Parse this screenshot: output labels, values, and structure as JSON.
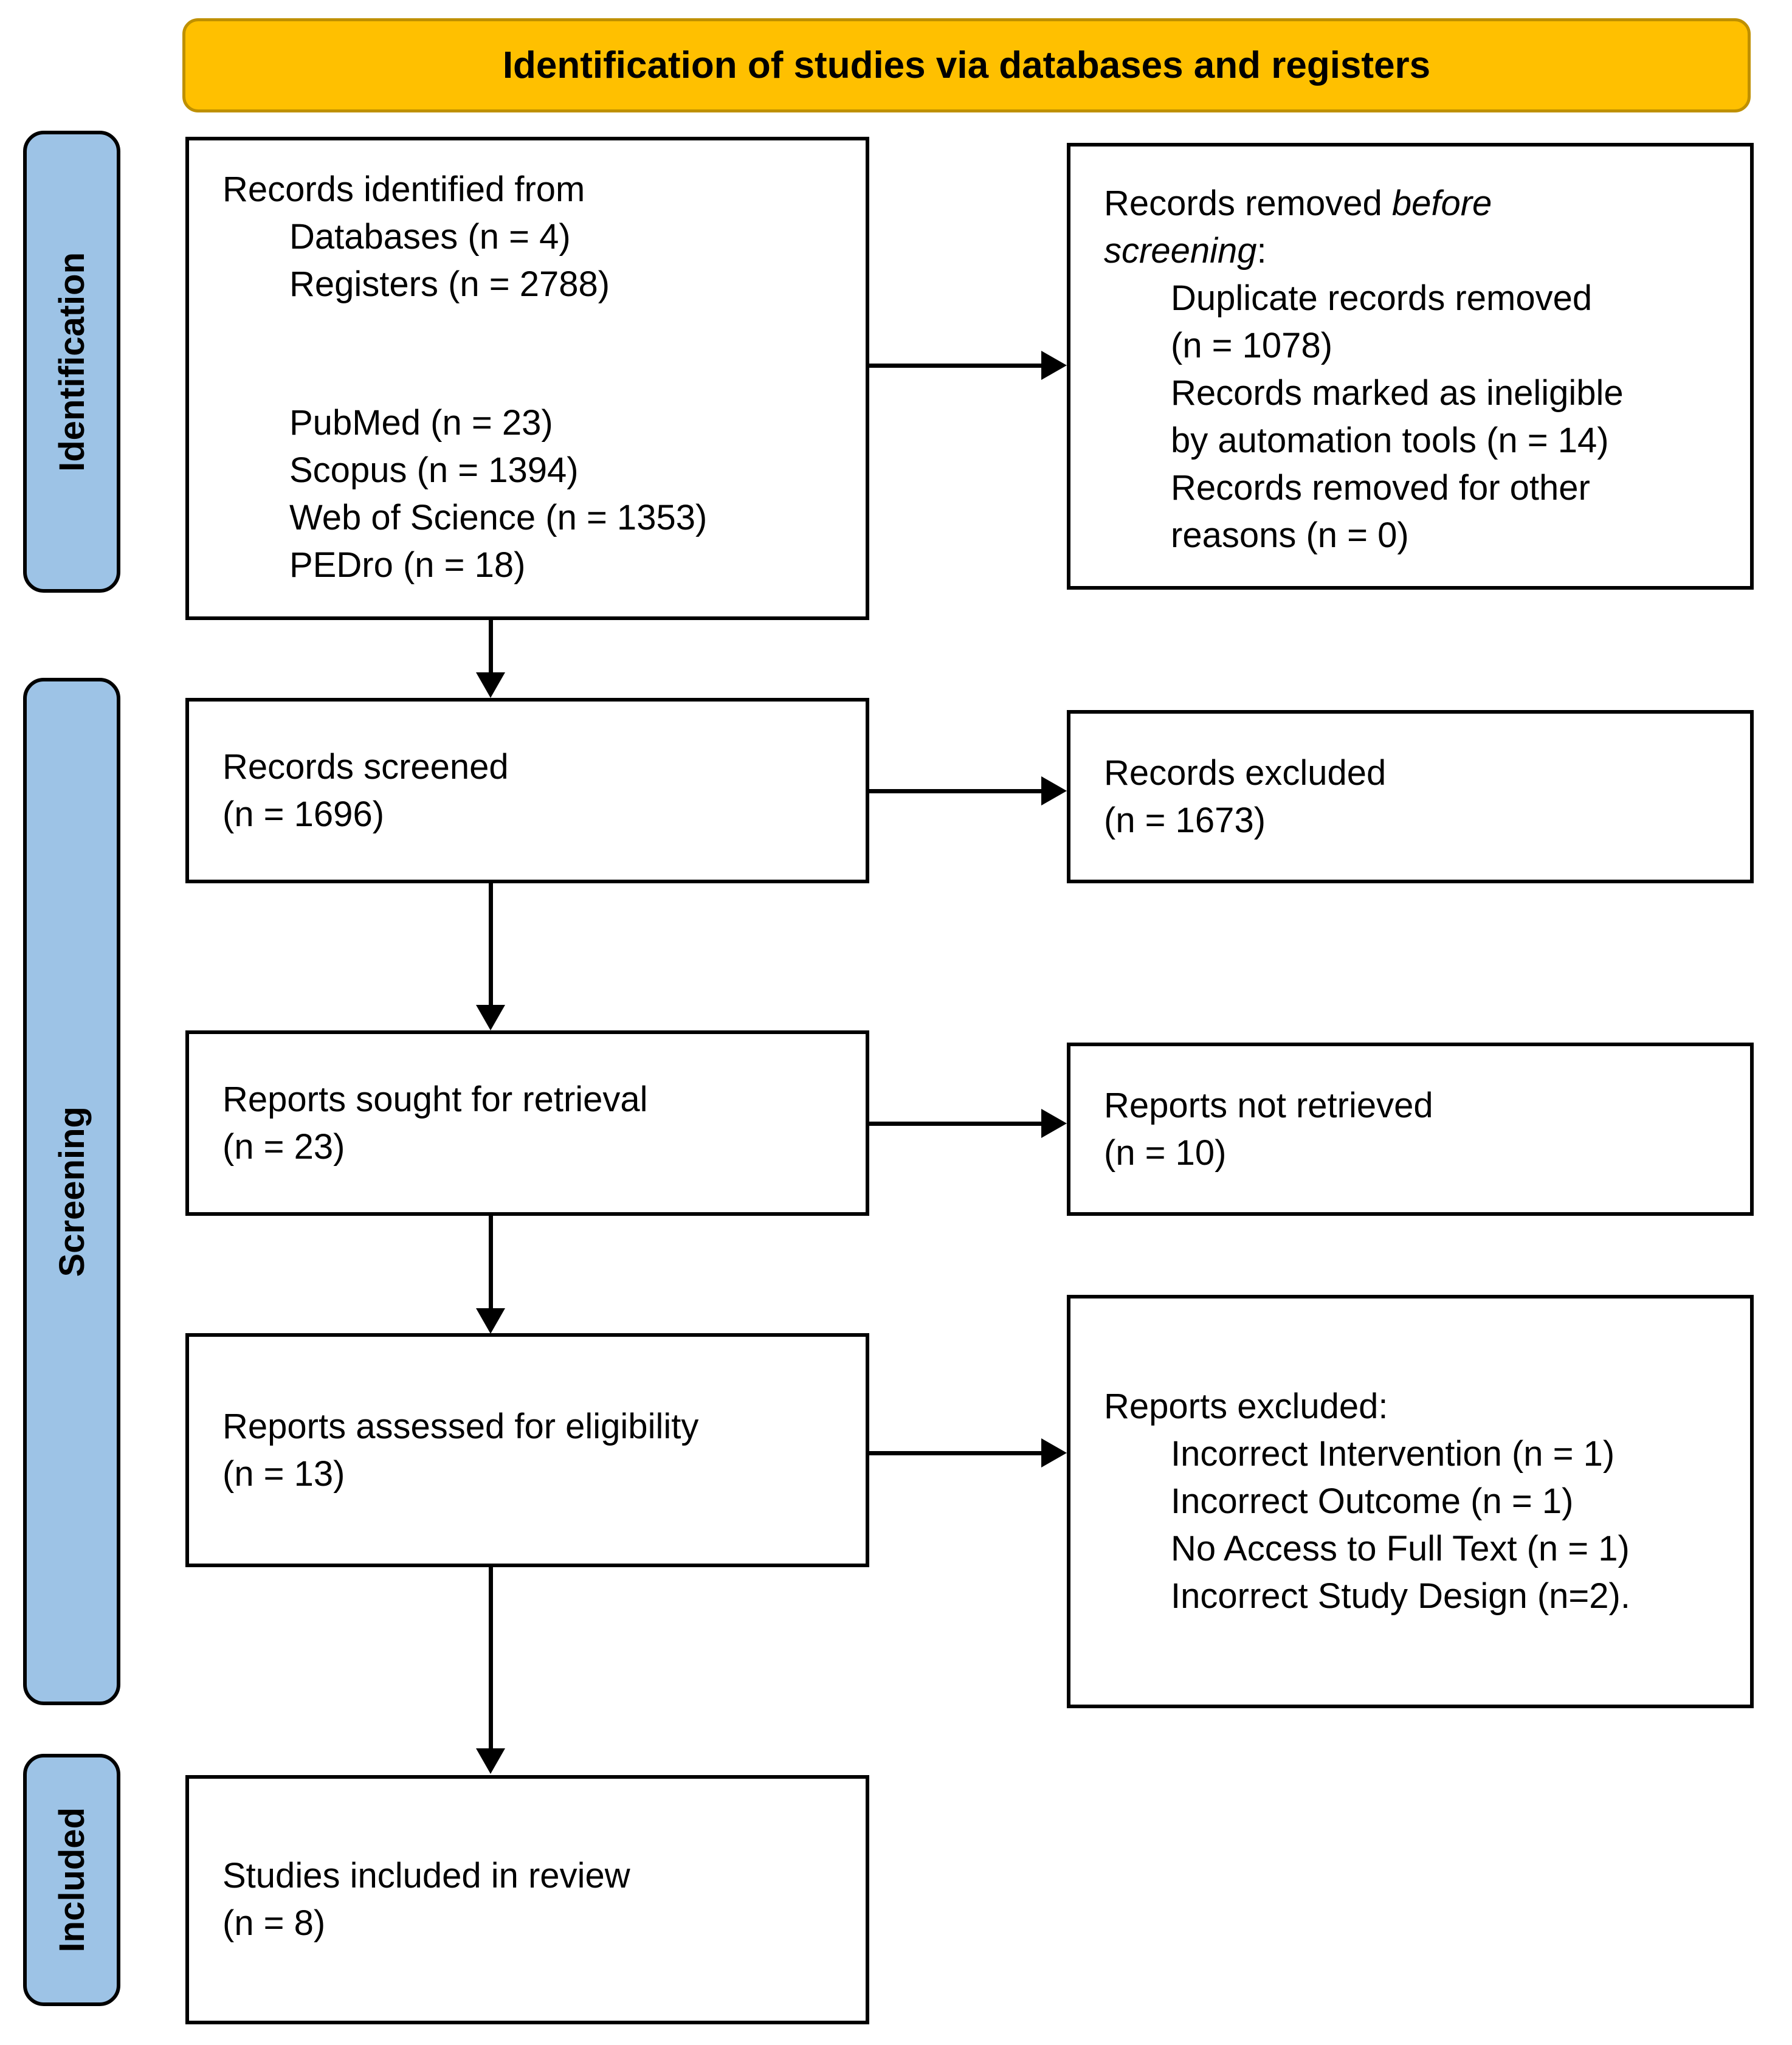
{
  "header": {
    "title": "Identification of studies via databases and registers"
  },
  "colors": {
    "header_fill": "#FFC000",
    "header_border": "#BF9000",
    "sidebar_fill": "#9DC3E6",
    "box_border": "#000000",
    "arrow": "#000000"
  },
  "sidebar": {
    "items": [
      {
        "label": "Identification"
      },
      {
        "label": "Screening"
      },
      {
        "label": "Included"
      }
    ]
  },
  "boxes": {
    "identified": {
      "lines": [
        {
          "t": "Records identified from"
        },
        {
          "t": "Databases (n = 4)",
          "indent": 1
        },
        {
          "t": "Registers (n = 2788)",
          "indent": 1
        },
        {
          "gap": true
        },
        {
          "t": "PubMed (n = 23)",
          "indent": 1
        },
        {
          "t": "Scopus (n = 1394)",
          "indent": 1
        },
        {
          "t": "Web of Science (n = 1353)",
          "indent": 1
        },
        {
          "t": "PEDro (n = 18)",
          "indent": 1
        }
      ]
    },
    "removed": {
      "lines": [
        {
          "t": "Records removed ",
          "i": "before"
        },
        {
          "i": "screening",
          "t2": ":"
        },
        {
          "t": "Duplicate records removed",
          "indent": 1
        },
        {
          "t": "(n = 1078)",
          "indent": 1
        },
        {
          "t": "Records marked as ineligible",
          "indent": 1
        },
        {
          "t": "by automation tools (n = 14)",
          "indent": 1
        },
        {
          "t": "Records removed for other",
          "indent": 1
        },
        {
          "t": "reasons (n = 0)",
          "indent": 1
        }
      ]
    },
    "screened": {
      "lines": [
        {
          "t": "Records screened"
        },
        {
          "t": "(n = 1696)"
        }
      ]
    },
    "records_excluded": {
      "lines": [
        {
          "t": "Records excluded"
        },
        {
          "t": "(n = 1673)"
        }
      ]
    },
    "sought": {
      "lines": [
        {
          "t": "Reports sought for retrieval"
        },
        {
          "t": "(n = 23)"
        }
      ]
    },
    "not_retrieved": {
      "lines": [
        {
          "t": "Reports not retrieved"
        },
        {
          "t": "(n = 10)"
        }
      ]
    },
    "assessed": {
      "lines": [
        {
          "t": "Reports assessed for eligibility"
        },
        {
          "t": "(n = 13)"
        }
      ]
    },
    "reports_excluded": {
      "lines": [
        {
          "t": "Reports excluded:"
        },
        {
          "t": "Incorrect Intervention (n = 1)",
          "indent": 1
        },
        {
          "t": "Incorrect Outcome (n = 1)",
          "indent": 1
        },
        {
          "t": "No Access to Full Text (n = 1)",
          "indent": 1
        },
        {
          "t": "Incorrect Study Design (n=2).",
          "indent": 1
        }
      ]
    },
    "included": {
      "lines": [
        {
          "t": "Studies included in review"
        },
        {
          "t": "(n = 8)"
        }
      ]
    }
  }
}
